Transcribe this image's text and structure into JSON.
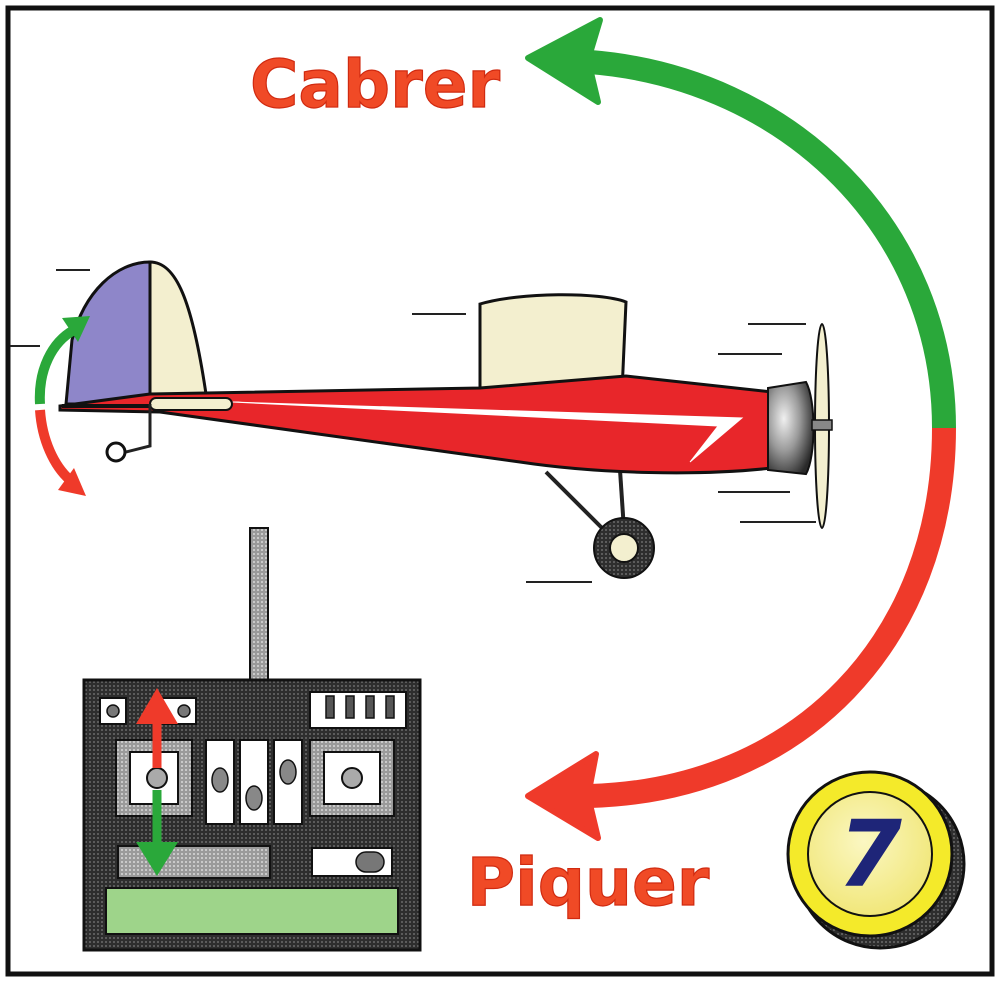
{
  "labels": {
    "up": "Cabrer",
    "down": "Piquer",
    "step_number": "7"
  },
  "colors": {
    "up_arrow": "#2aa83a",
    "down_arrow": "#ef3a2a",
    "label_text": "#f04a26",
    "fuselage": "#e8262a",
    "fin": "#f3efcf",
    "rudder": "#8e86c9",
    "canopy": "#f3efcf",
    "transmitter": "#3c3c3c",
    "badge_ring": "#f4ea2a",
    "badge_inner": "#f8f4a8",
    "badge_number": "#1e2578"
  },
  "icons": {
    "airplane": "airplane-icon",
    "transmitter": "rc-transmitter-icon",
    "elevator_arrow": "curved-double-arrow-icon",
    "stick_arrow": "vertical-double-arrow-icon"
  }
}
